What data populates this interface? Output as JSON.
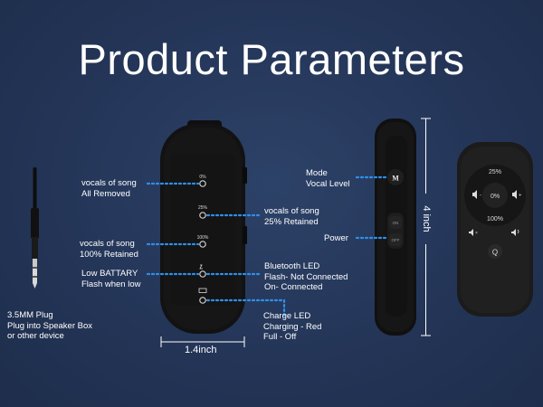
{
  "title": "Product Parameters",
  "plug": {
    "line1": "3.5MM Plug",
    "line2": "Plug into Speaker Box",
    "line3": "or other device"
  },
  "labels": {
    "removed": {
      "line1": "vocals of song",
      "line2": "All Removed"
    },
    "retained100": {
      "line1": "vocals of song",
      "line2": "100% Retained"
    },
    "lowbattery": {
      "line1": "Low BATTARY",
      "line2": "Flash when low"
    },
    "retained25": {
      "line1": "vocals of song",
      "line2": "25% Retained"
    },
    "bluetooth": {
      "line1": "Bluetooth LED",
      "line2": "Flash- Not Connected",
      "line3": "On- Connected"
    },
    "charge": {
      "line1": "Charge LED",
      "line2": "Charging - Red",
      "line3": "Full - Off"
    },
    "mode": {
      "line1": "Mode",
      "line2": "Vocal Level"
    },
    "power": "Power"
  },
  "front_device": {
    "led0": "0%",
    "led25": "25%",
    "led100": "100%"
  },
  "side_device": {
    "mode_key": "M",
    "switch_on": "ON",
    "switch_off": "OFF"
  },
  "dimensions": {
    "width": "1.4inch",
    "height": "4 inch"
  },
  "remote": {
    "top": "25%",
    "center": "0%",
    "bottom": "100%",
    "q": "Q"
  }
}
